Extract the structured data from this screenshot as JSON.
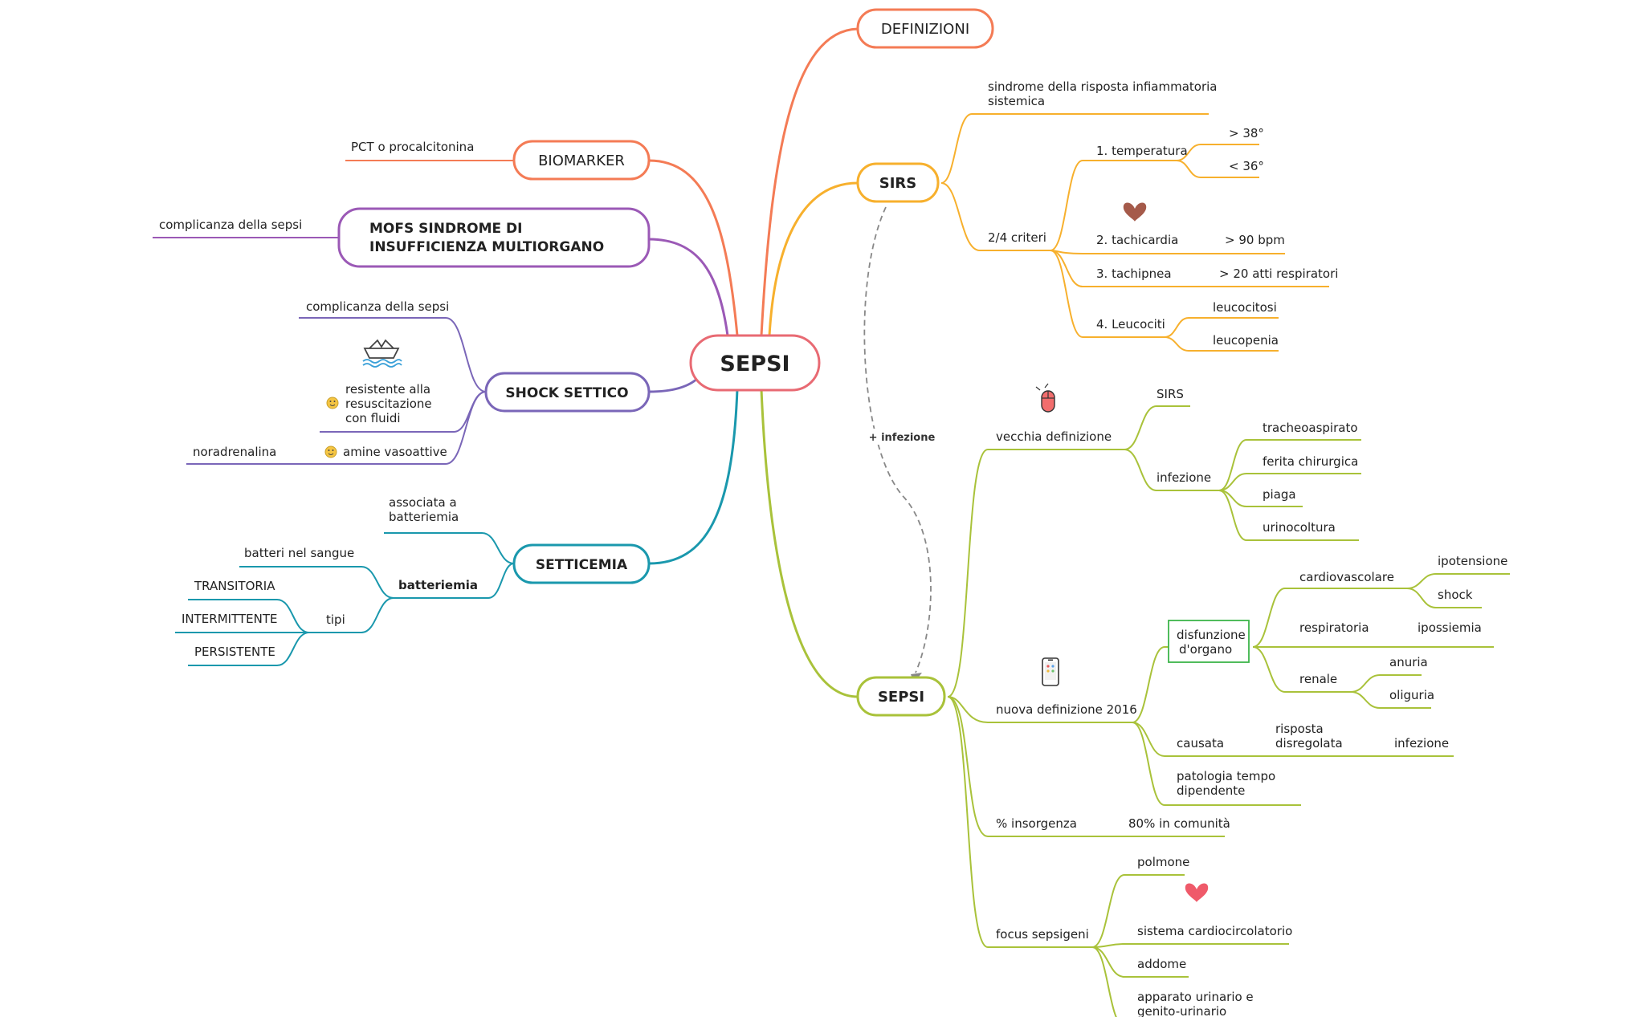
{
  "colors": {
    "definizioni": "#f47b55",
    "biomarker": "#f47b55",
    "mofs": "#9b59b6",
    "shock": "#7a66b8",
    "setticemia": "#1a98ad",
    "sirs": "#f7b02d",
    "sepsi": "#a9c23a",
    "center_border": "#e86a73",
    "dashed": "#888888",
    "text": "#222222",
    "box": "#3cb54a"
  },
  "icons": {
    "heart": "heart-icon",
    "mouse": "mouse-icon",
    "phone": "phone-icon",
    "boat": "boat-icon",
    "smile": "smiley-icon"
  },
  "center": {
    "label": "SEPSI"
  },
  "definizioni": {
    "label": "DEFINIZIONI"
  },
  "biomarker": {
    "label": "BIOMARKER",
    "leaf": "PCT o procalcitonina"
  },
  "mofs": {
    "label_line1": "MOFS SINDROME DI",
    "label_line2": "INSUFFICIENZA MULTIORGANO",
    "leaf": "complicanza della sepsi"
  },
  "shock": {
    "label": "SHOCK SETTICO",
    "leaf1": "complicanza della sepsi",
    "leaf2_line1": "resistente alla",
    "leaf2_line2": "resuscitazione",
    "leaf2_line3": "con fluidi",
    "leaf3": "amine vasoattive",
    "leaf3_child": "noradrenalina"
  },
  "setticemia": {
    "label": "SETTICEMIA",
    "associata_line1": "associata a",
    "associata_line2": "batteriemia",
    "batteriemia": "batteriemia",
    "batteri": "batteri nel sangue",
    "tipi": "tipi",
    "transitoria": "TRANSITORIA",
    "intermittente": "INTERMITTENTE",
    "persistente": "PERSISTENTE"
  },
  "sirs": {
    "label": "SIRS",
    "def_line1": "sindrome della risposta infiammatoria",
    "def_line2": "sistemica",
    "criteri": "2/4 criteri",
    "temperatura": "1. temperatura",
    "temp_high": "> 38°",
    "temp_low": "< 36°",
    "tachicardia": "2. tachicardia",
    "tachicardia_val": "> 90 bpm",
    "tachipnea": "3. tachipnea",
    "tachipnea_val": "> 20 atti respiratori",
    "leucociti": "4. Leucociti",
    "leucocitosi": "leucocitosi",
    "leucopenia": "leucopenia"
  },
  "relation": {
    "label": "+ infezione"
  },
  "sepsi": {
    "label": "SEPSI",
    "vecchia": "vecchia definizione",
    "vecchia_sirs": "SIRS",
    "infezione": "infezione",
    "tracheo": "tracheoaspirato",
    "ferita": "ferita chirurgica",
    "piaga": "piaga",
    "urinocoltura": "urinocoltura",
    "nuova": "nuova definizione 2016",
    "disfunzione_line1": "disfunzione",
    "disfunzione_line2": "d'organo",
    "cardio": "cardiovascolare",
    "ipotensione": "ipotensione",
    "shock": "shock",
    "respiratoria": "respiratoria",
    "ipossiemia": "ipossiemia",
    "renale": "renale",
    "anuria": "anuria",
    "oliguria": "oliguria",
    "causata": "causata",
    "risposta_line1": "risposta",
    "risposta_line2": "disregolata",
    "causata_infezione": "infezione",
    "patologia_line1": "patologia tempo",
    "patologia_line2": "dipendente",
    "insorgenza": "% insorgenza",
    "comunita": "80% in comunità",
    "focus": "focus sepsigeni",
    "polmone": "polmone",
    "cardio_circ": "sistema cardiocircolatorio",
    "addome": "addome",
    "urinario_line1": "apparato urinario e",
    "urinario_line2": "genito-urinario"
  }
}
